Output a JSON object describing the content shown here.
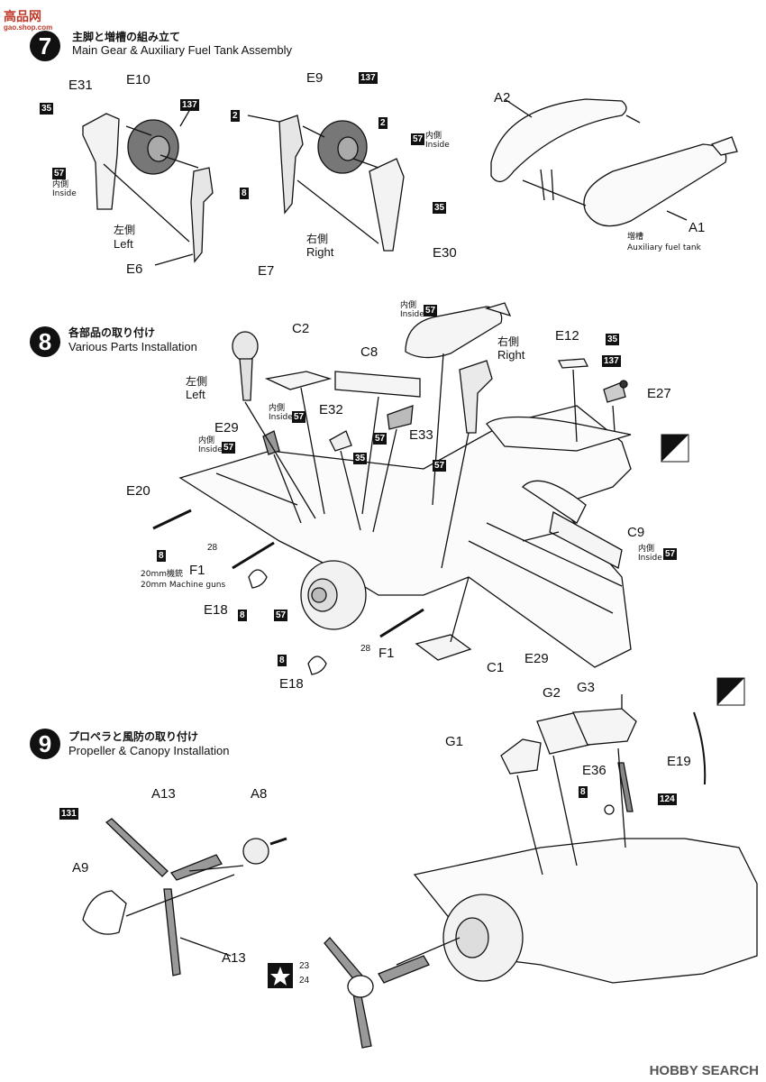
{
  "watermark": {
    "top_left": "高品网",
    "top_left_sub": "gao.shop.com",
    "footer": "HOBBY SEARCH"
  },
  "steps": [
    {
      "number": "7",
      "title_jp": "主脚と増槽の組み立て",
      "title_en": "Main Gear & Auxiliary Fuel Tank Assembly"
    },
    {
      "number": "8",
      "title_jp": "各部品の取り付け",
      "title_en": "Various Parts Installation"
    },
    {
      "number": "9",
      "title_jp": "プロペラと風防の取り付け",
      "title_en": "Propeller & Canopy Installation"
    }
  ],
  "step7": {
    "parts": [
      "E31",
      "E10",
      "E9",
      "E6",
      "E7",
      "E30",
      "A2",
      "A1"
    ],
    "colors": [
      "35",
      "137",
      "57",
      "2",
      "8"
    ],
    "left_jp": "左側",
    "left_en": "Left",
    "right_jp": "右側",
    "right_en": "Right",
    "inside_jp": "内側",
    "inside_en": "Inside",
    "tank_jp": "増槽",
    "tank_en": "Auxiliary fuel tank"
  },
  "step8": {
    "parts": [
      "C2",
      "C8",
      "E12",
      "E27",
      "E29",
      "E32",
      "E33",
      "E20",
      "F1",
      "E18",
      "C9",
      "C1"
    ],
    "colors": [
      "57",
      "35",
      "137",
      "8",
      "28"
    ],
    "left_jp": "左側",
    "left_en": "Left",
    "right_jp": "右側",
    "right_en": "Right",
    "inside_jp": "内側",
    "inside_en": "Inside",
    "gun_jp": "20mm機銃",
    "gun_en": "20mm Machine guns"
  },
  "step9": {
    "parts": [
      "G1",
      "G2",
      "G3",
      "E36",
      "E19",
      "A13",
      "A8",
      "A9"
    ],
    "colors": [
      "8",
      "124",
      "131"
    ],
    "decals": [
      "23",
      "24"
    ]
  }
}
